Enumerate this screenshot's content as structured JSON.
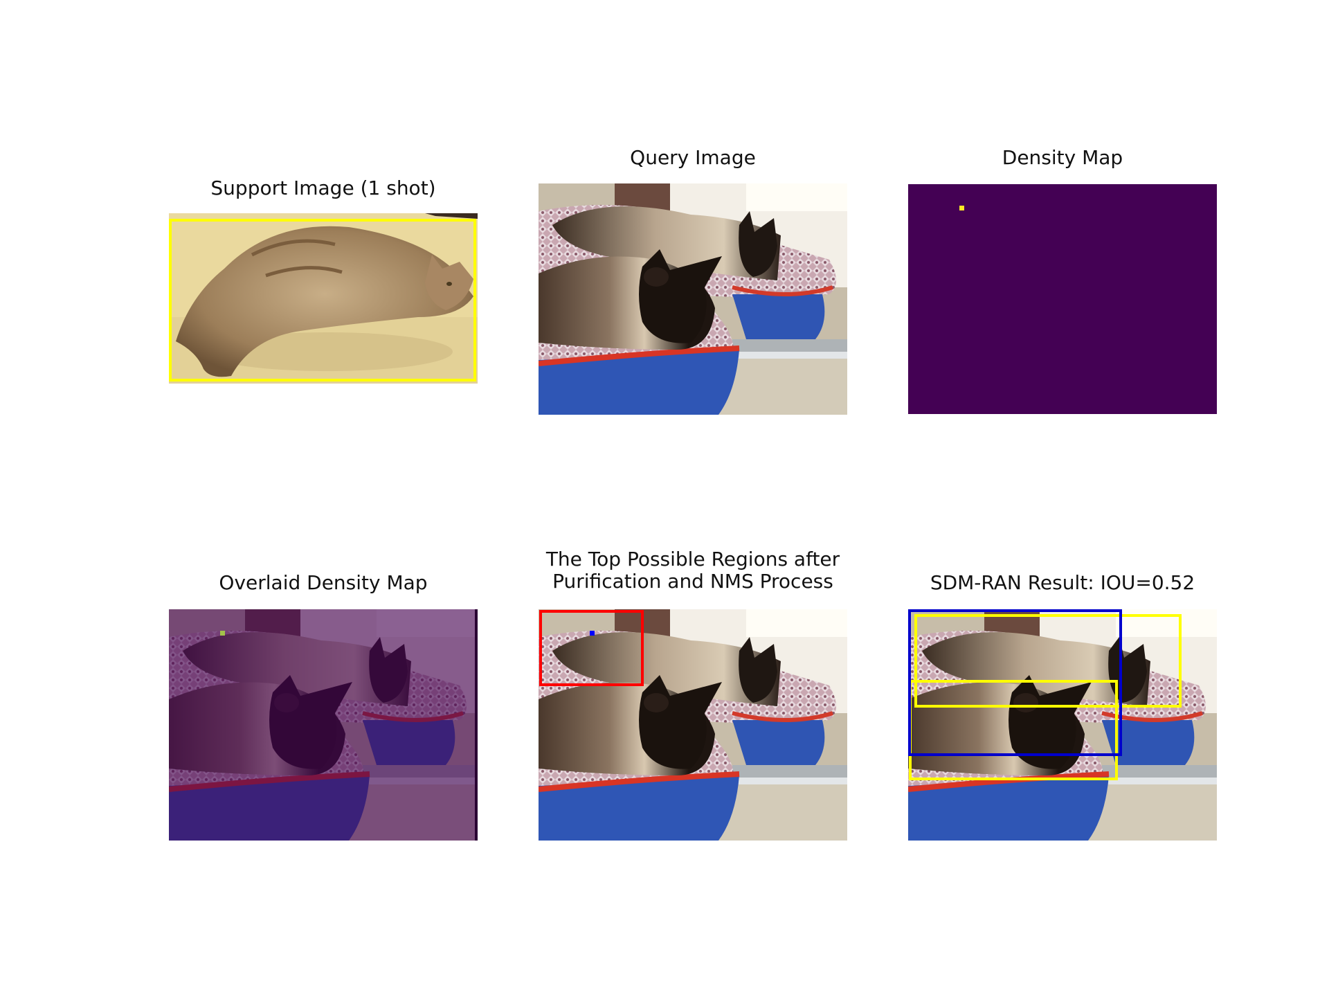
{
  "panels": {
    "support": {
      "title": "Support Image (1 shot)"
    },
    "query": {
      "title": "Query Image"
    },
    "density": {
      "title": "Density Map"
    },
    "overlay": {
      "title": "Overlaid Density Map"
    },
    "regions": {
      "title_line1": "The Top Possible Regions after",
      "title_line2": "Purification and NMS Process"
    },
    "result": {
      "title": "SDM-RAN Result: IOU=0.52"
    }
  },
  "colors": {
    "viridis_low": "#440154",
    "viridis_high": "#fde725",
    "box_yellow": "#ffff00",
    "box_red": "#ff0000",
    "box_blue": "#0000ff"
  }
}
